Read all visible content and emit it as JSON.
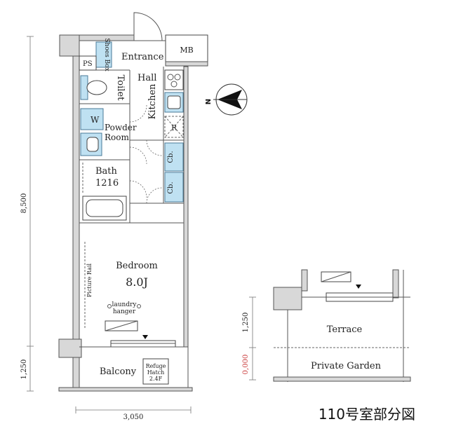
{
  "rooms": {
    "ps": "PS",
    "shoes_box": "Shoes Box",
    "entrance": "Entrance",
    "mb": "MB",
    "hall": "Hall",
    "toilet": "Toilet",
    "kitchen": "Kitchen",
    "washer": "W",
    "powder_room": "Powder Room",
    "refrigerator": "R",
    "bath": "Bath",
    "bath_size": "1216",
    "cb": "Cb.",
    "bedroom": "Bedroom",
    "bedroom_size": "8.0J",
    "picture_rail": "Picture Rail",
    "laundry_hanger": "laundry hanger",
    "balcony": "Balcony",
    "refuge_hatch": "Refuge Hatch 2.4F",
    "terrace": "Terrace",
    "private_garden": "Private Garden"
  },
  "compass": {
    "north": "N"
  },
  "dimensions": {
    "height_main": "8,500",
    "height_balcony": "1,250",
    "width": "3,050",
    "terrace_depth": "1,250",
    "garden_depth": "0,000"
  },
  "title": "110号室部分図",
  "colors": {
    "fixture_blue": "#bfe1f2",
    "wall_gray": "#d8d8d8"
  }
}
